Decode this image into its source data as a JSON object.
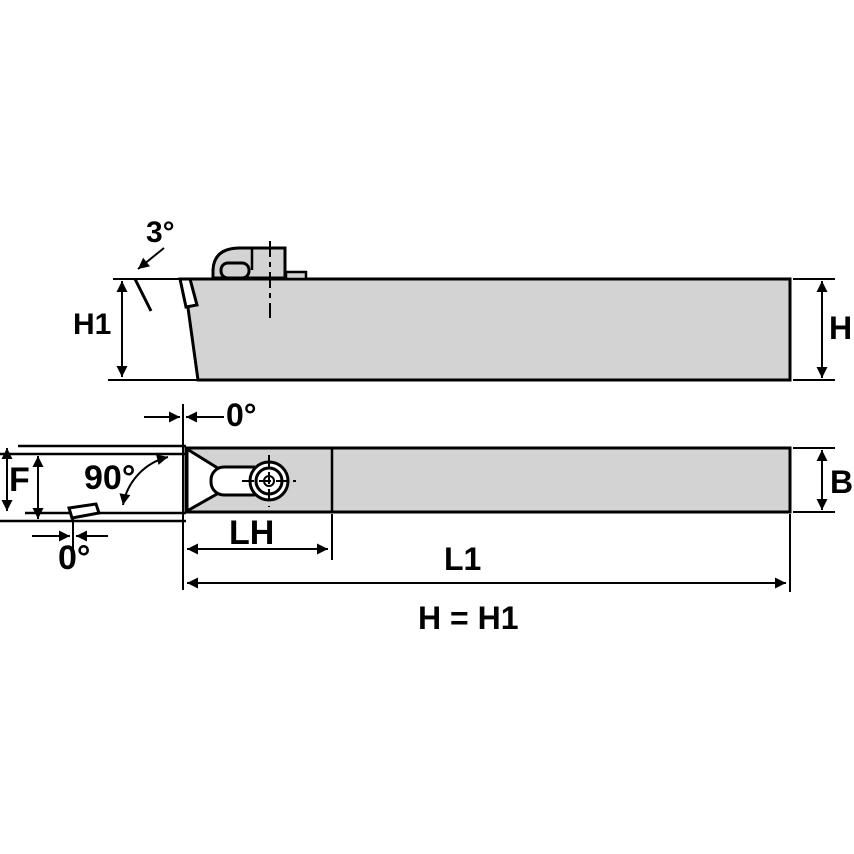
{
  "colors": {
    "background": "#ffffff",
    "body_fill": "#d3d3d3",
    "line": "#000000",
    "label": "#000000"
  },
  "side_view": {
    "rake_angle_label": "3°",
    "head_height_label": "H1",
    "shank_height_label": "H"
  },
  "plan_view": {
    "end_angle_label": "0°",
    "lead_angle_label": "90°",
    "nose_offset_label": "F",
    "inclination_angle_label": "0°",
    "head_length_label": "LH",
    "shank_width_label": "B",
    "overall_length_label": "L1"
  },
  "footer": {
    "equation": "H = H1"
  }
}
